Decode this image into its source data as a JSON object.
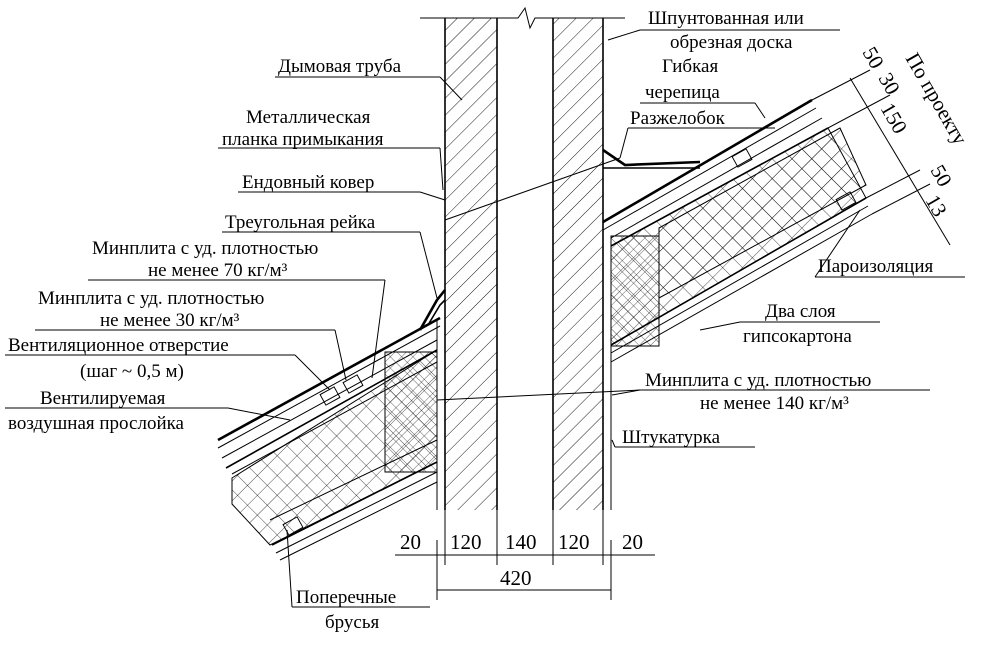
{
  "labels": {
    "chimney": "Дымовая труба",
    "metal_flashing_1": "Металлическая",
    "metal_flashing_2": "планка примыкания",
    "valley_carpet": "Ендовный ковер",
    "triangular_strip": "Треугольная рейка",
    "minplate70_1": "Минплита с уд. плотностью",
    "minplate70_2": "не менее 70 кг/м³",
    "minplate30_1": "Минплита с уд. плотностью",
    "minplate30_2": "не менее 30 кг/м³",
    "vent_hole_1": "Вентиляционное отверстие",
    "vent_hole_2": "(шаг ~ 0,5 м)",
    "vent_layer_1": "Вентилируемая",
    "vent_layer_2": "воздушная прослойка",
    "cross_beams_1": "Поперечные",
    "cross_beams_2": "брусья",
    "tongue_board_1": "Шпунтованная или",
    "tongue_board_2": "обрезная доска",
    "flex_tile_1": "Гибкая",
    "flex_tile_2": "черепица",
    "cricket": "Разжелобок",
    "vapor_barrier": "Пароизоляция",
    "gypsum_1": "Два слоя",
    "gypsum_2": "гипсокартона",
    "minplate140_1": "Минплита с уд. плотностью",
    "minplate140_2": "не менее 140 кг/м³",
    "plaster": "Штукатурка"
  },
  "dimensions": {
    "bottom": [
      "20",
      "120",
      "140",
      "120",
      "20"
    ],
    "total": "420",
    "right": [
      "50",
      "30",
      "150",
      "50",
      "13"
    ],
    "per_project": "По проекту"
  }
}
